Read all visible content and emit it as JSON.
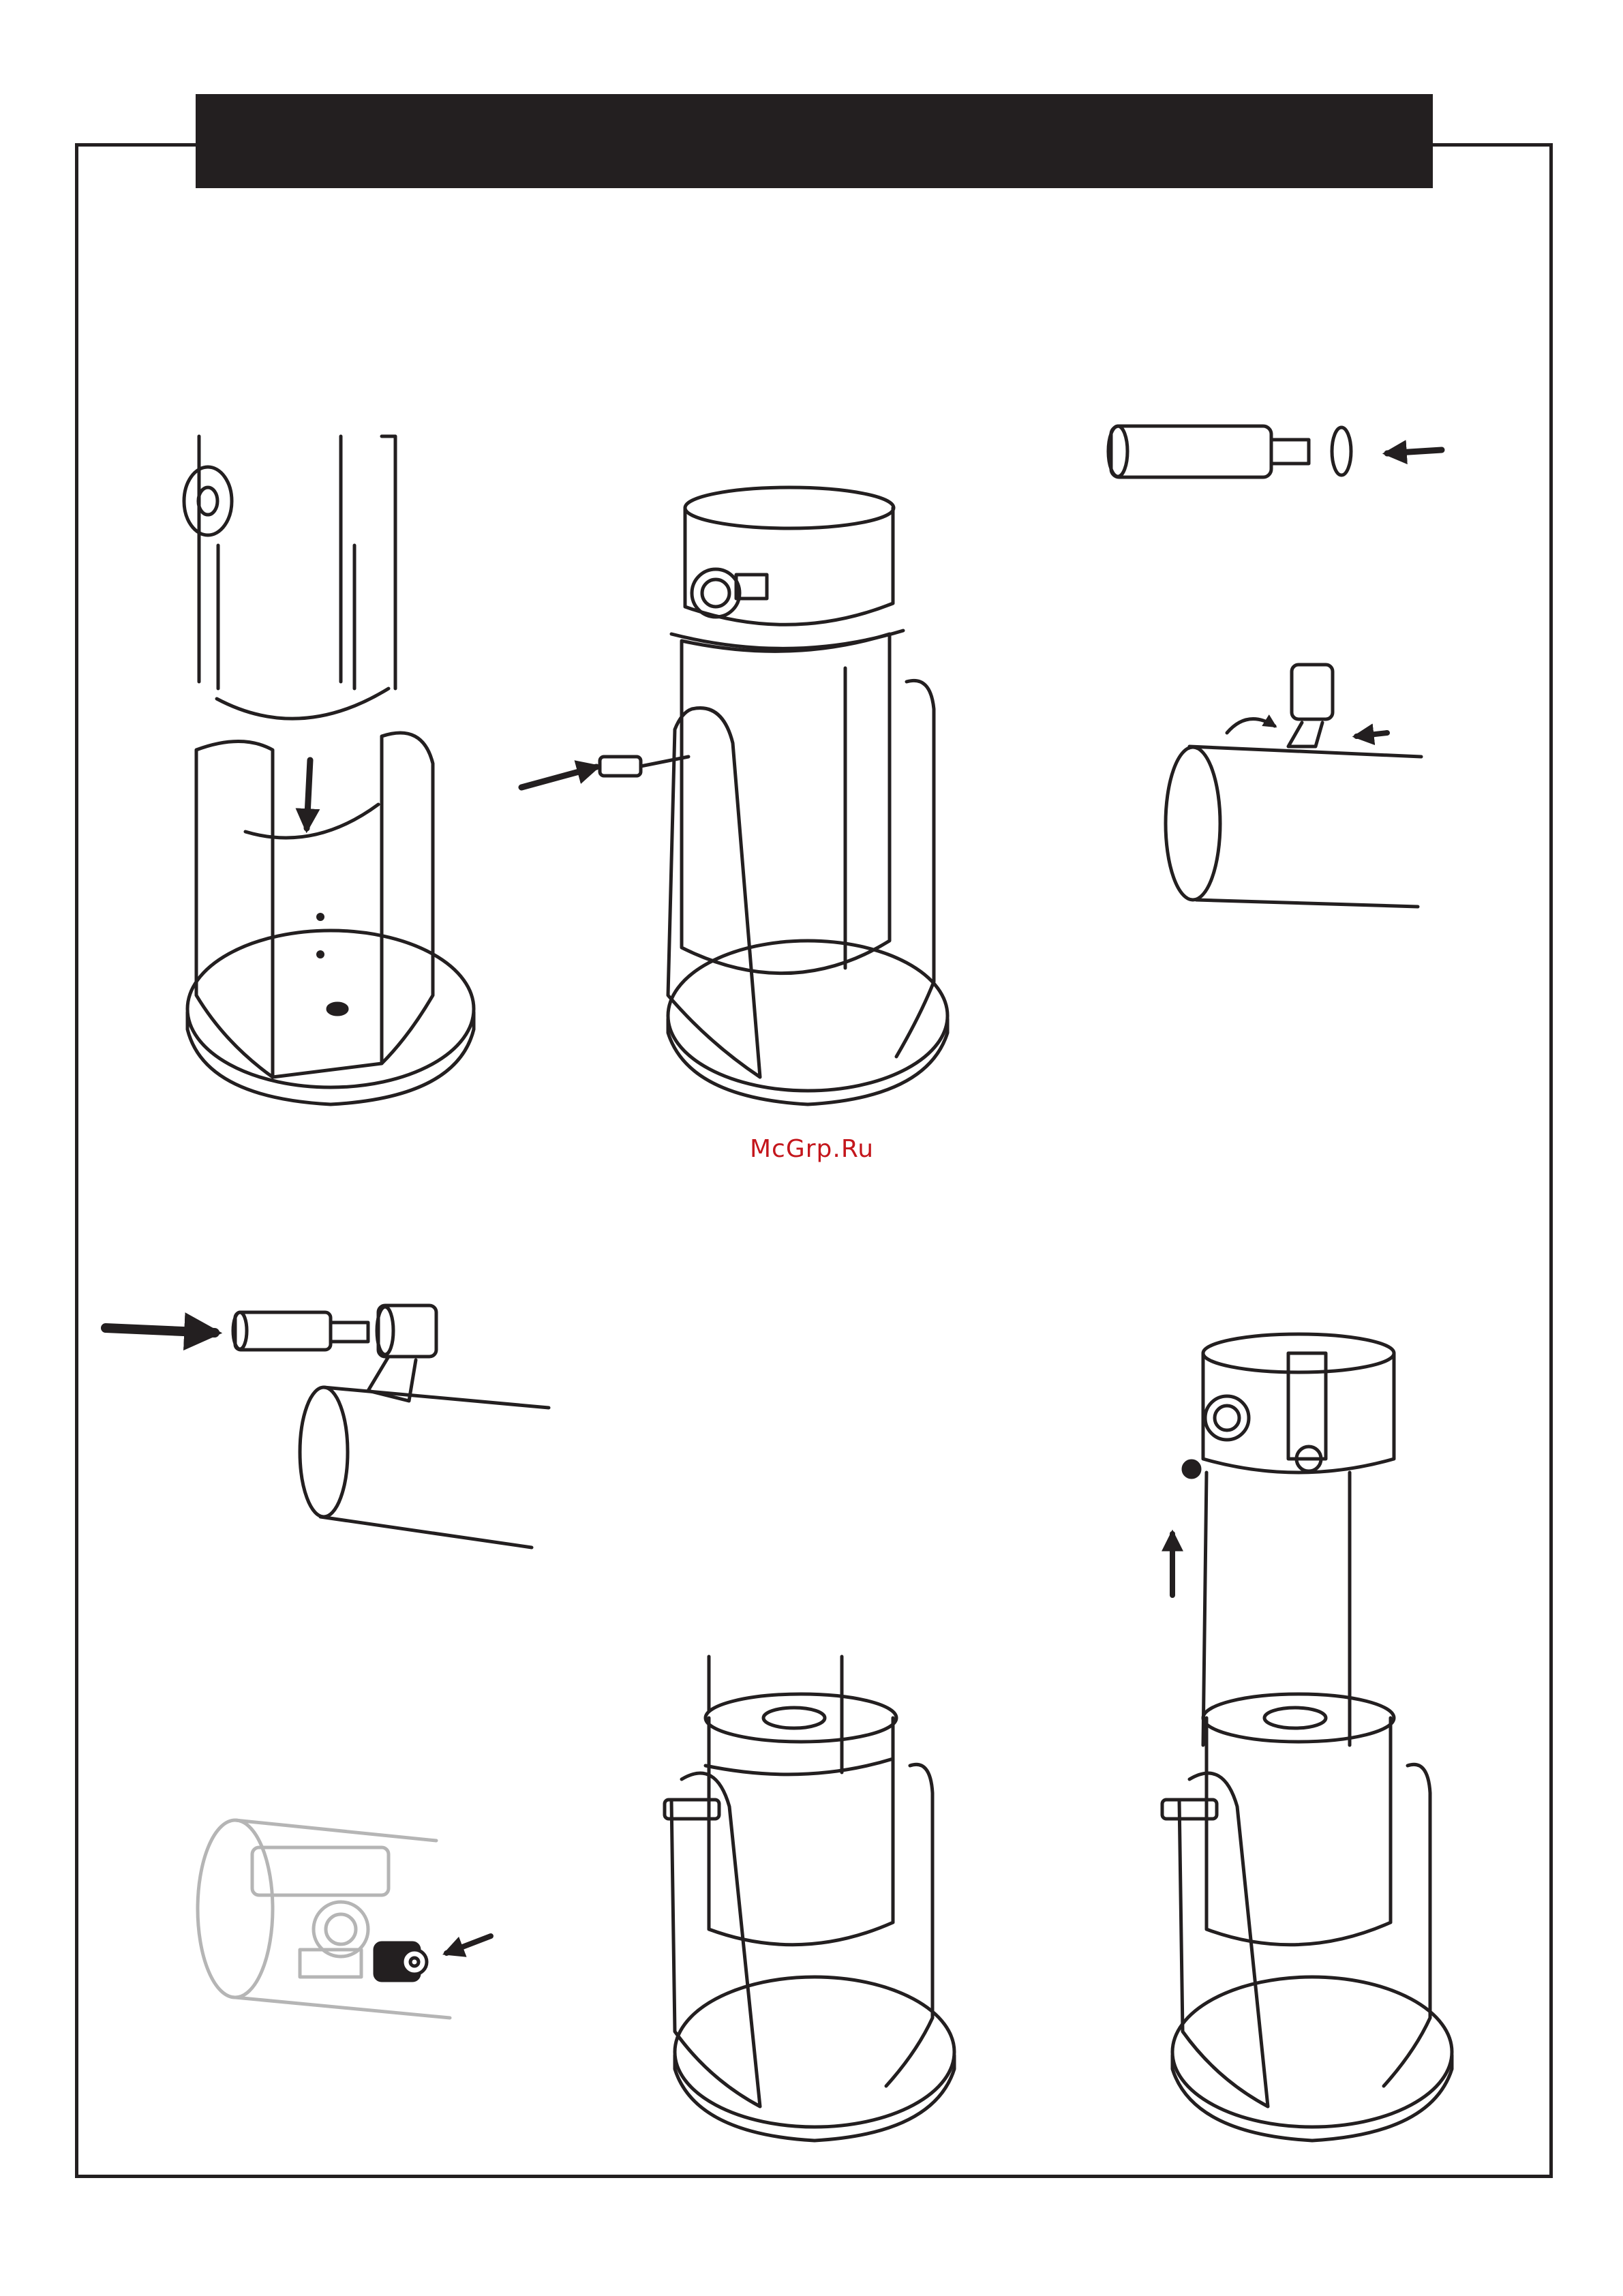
{
  "colors": {
    "line": "#231f20",
    "paper": "#ffffff",
    "faded": "#b5b5b5",
    "watermark": "#c4161c"
  },
  "watermark": {
    "text": "McGrp.Ru"
  },
  "illustrations": [
    {
      "name": "base-insert-tube",
      "icon": "dobsonian-base-icon"
    },
    {
      "name": "attach-handle",
      "icon": "dobsonian-assembled-icon"
    },
    {
      "name": "eyepiece-o-ring",
      "icon": "finder-scope-icon"
    },
    {
      "name": "finder-bracket",
      "icon": "bracket-icon"
    },
    {
      "name": "insert-finder",
      "icon": "finder-insert-icon"
    },
    {
      "name": "eyepiece-faded",
      "icon": "eyepiece-icon"
    },
    {
      "name": "truss-lower",
      "icon": "truss-base-icon"
    },
    {
      "name": "truss-extend",
      "icon": "truss-extended-icon"
    }
  ]
}
